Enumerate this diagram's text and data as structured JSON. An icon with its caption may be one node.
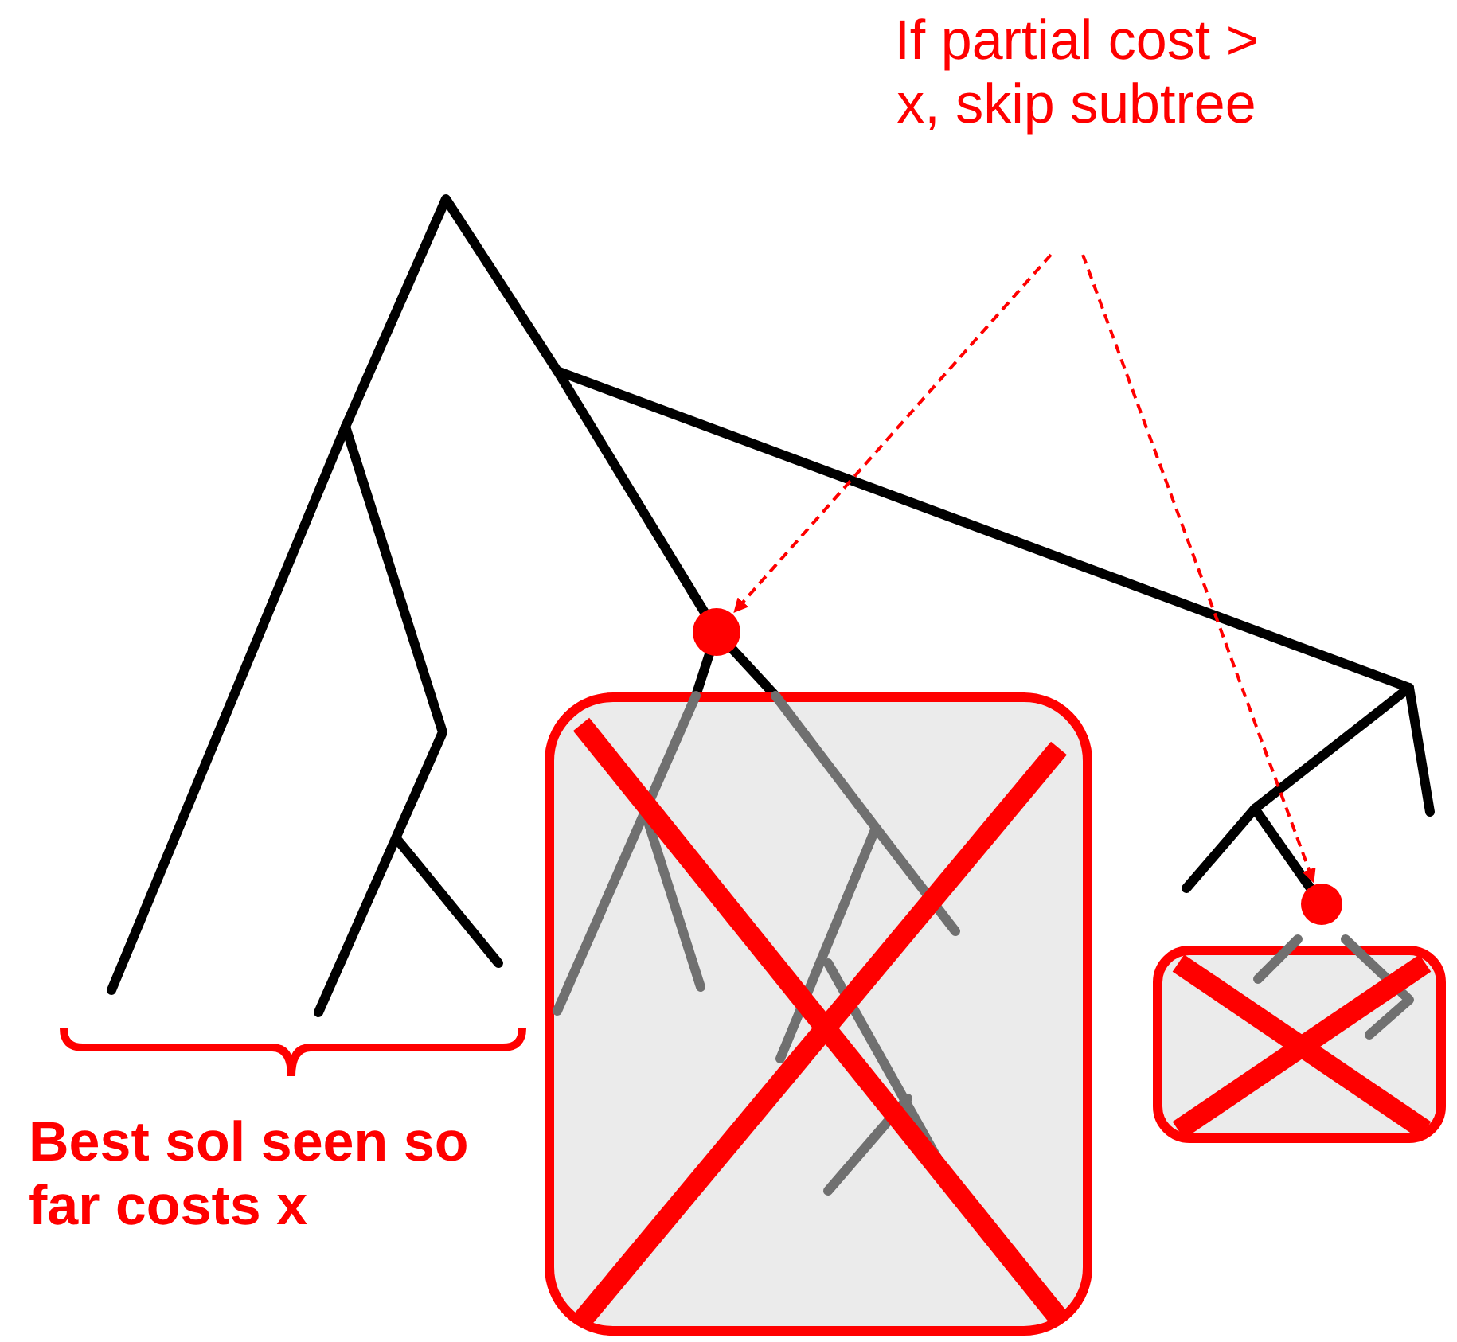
{
  "diagram": {
    "nodes": [
      {
        "text": [
          "If partial cost > x, skip subtree"
        ]
      },
      {
        "text": [],
        "shape": "circle"
      },
      {
        "text": [],
        "shape": "circle"
      }
    ],
    "edges": [
      {
        "from": 0,
        "to": 1,
        "arrow": "to",
        "style": "dashed"
      },
      {
        "from": 0,
        "to": 2,
        "arrow": "to",
        "style": "dashed"
      }
    ],
    "labels": [
      "Best sol seen so far costs x"
    ]
  }
}
